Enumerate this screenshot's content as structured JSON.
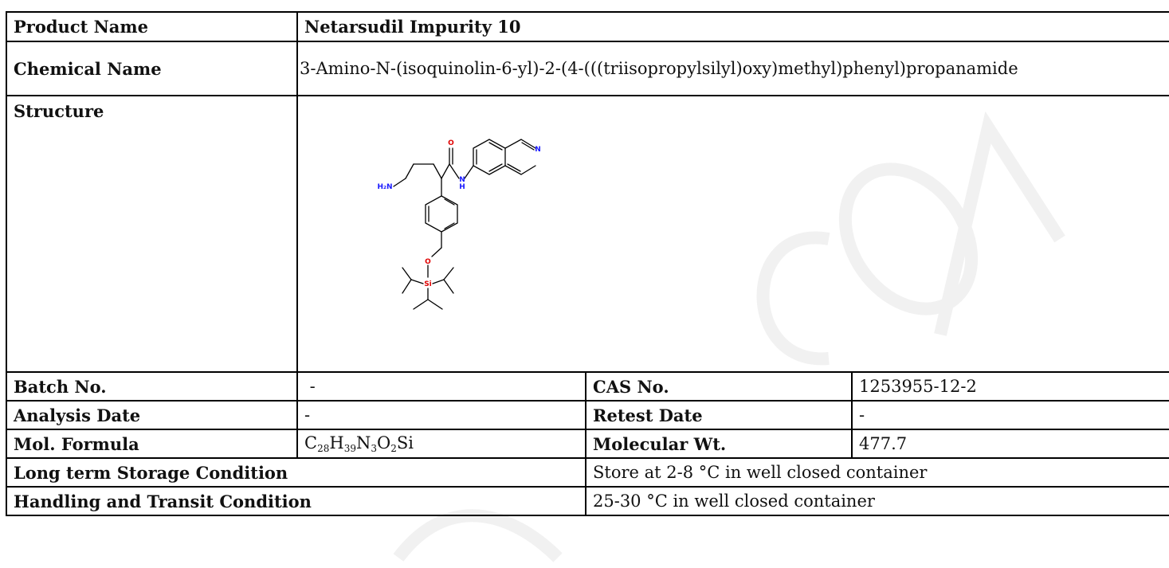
{
  "rows": {
    "product": {
      "label": "Product Name",
      "value": "Netarsudil Impurity 10"
    },
    "chemical": {
      "label": "Chemical Name",
      "value": "3-Amino-N-(isoquinolin-6-yl)-2-(4-(((triisopropylsilyl)oxy)methyl)phenyl)propanamide"
    },
    "structure": {
      "label": "Structure"
    },
    "batch": {
      "label": "Batch No.",
      "value": " -",
      "label2": "CAS No.",
      "value2": "1253955-12-2"
    },
    "analysis": {
      "label": "Analysis Date",
      "value": "-",
      "label2": "Retest Date",
      "value2": "-"
    },
    "formula": {
      "label": "Mol. Formula",
      "c": "C",
      "c_n": "28",
      "h": "H",
      "h_n": "39",
      "n": "N",
      "n_n": "3",
      "o": "O",
      "o_n": "2",
      "si": "Si",
      "label2": "Molecular Wt.",
      "value2": "477.7"
    },
    "storage": {
      "label": "Long term Storage Condition",
      "value": "Store at 2-8 °C in well closed container"
    },
    "handling": {
      "label": "Handling and Transit Condition",
      "value": "25-30 °C in well closed container"
    }
  },
  "structure_atoms": {
    "o": "O",
    "nh": "N",
    "h": "H",
    "n_ring": "N",
    "h2n": "H₂N",
    "o2": "O",
    "si": "Si"
  },
  "colors": {
    "nitrogen": "#1a1aff",
    "oxygen": "#e00000",
    "bond": "#000000"
  }
}
